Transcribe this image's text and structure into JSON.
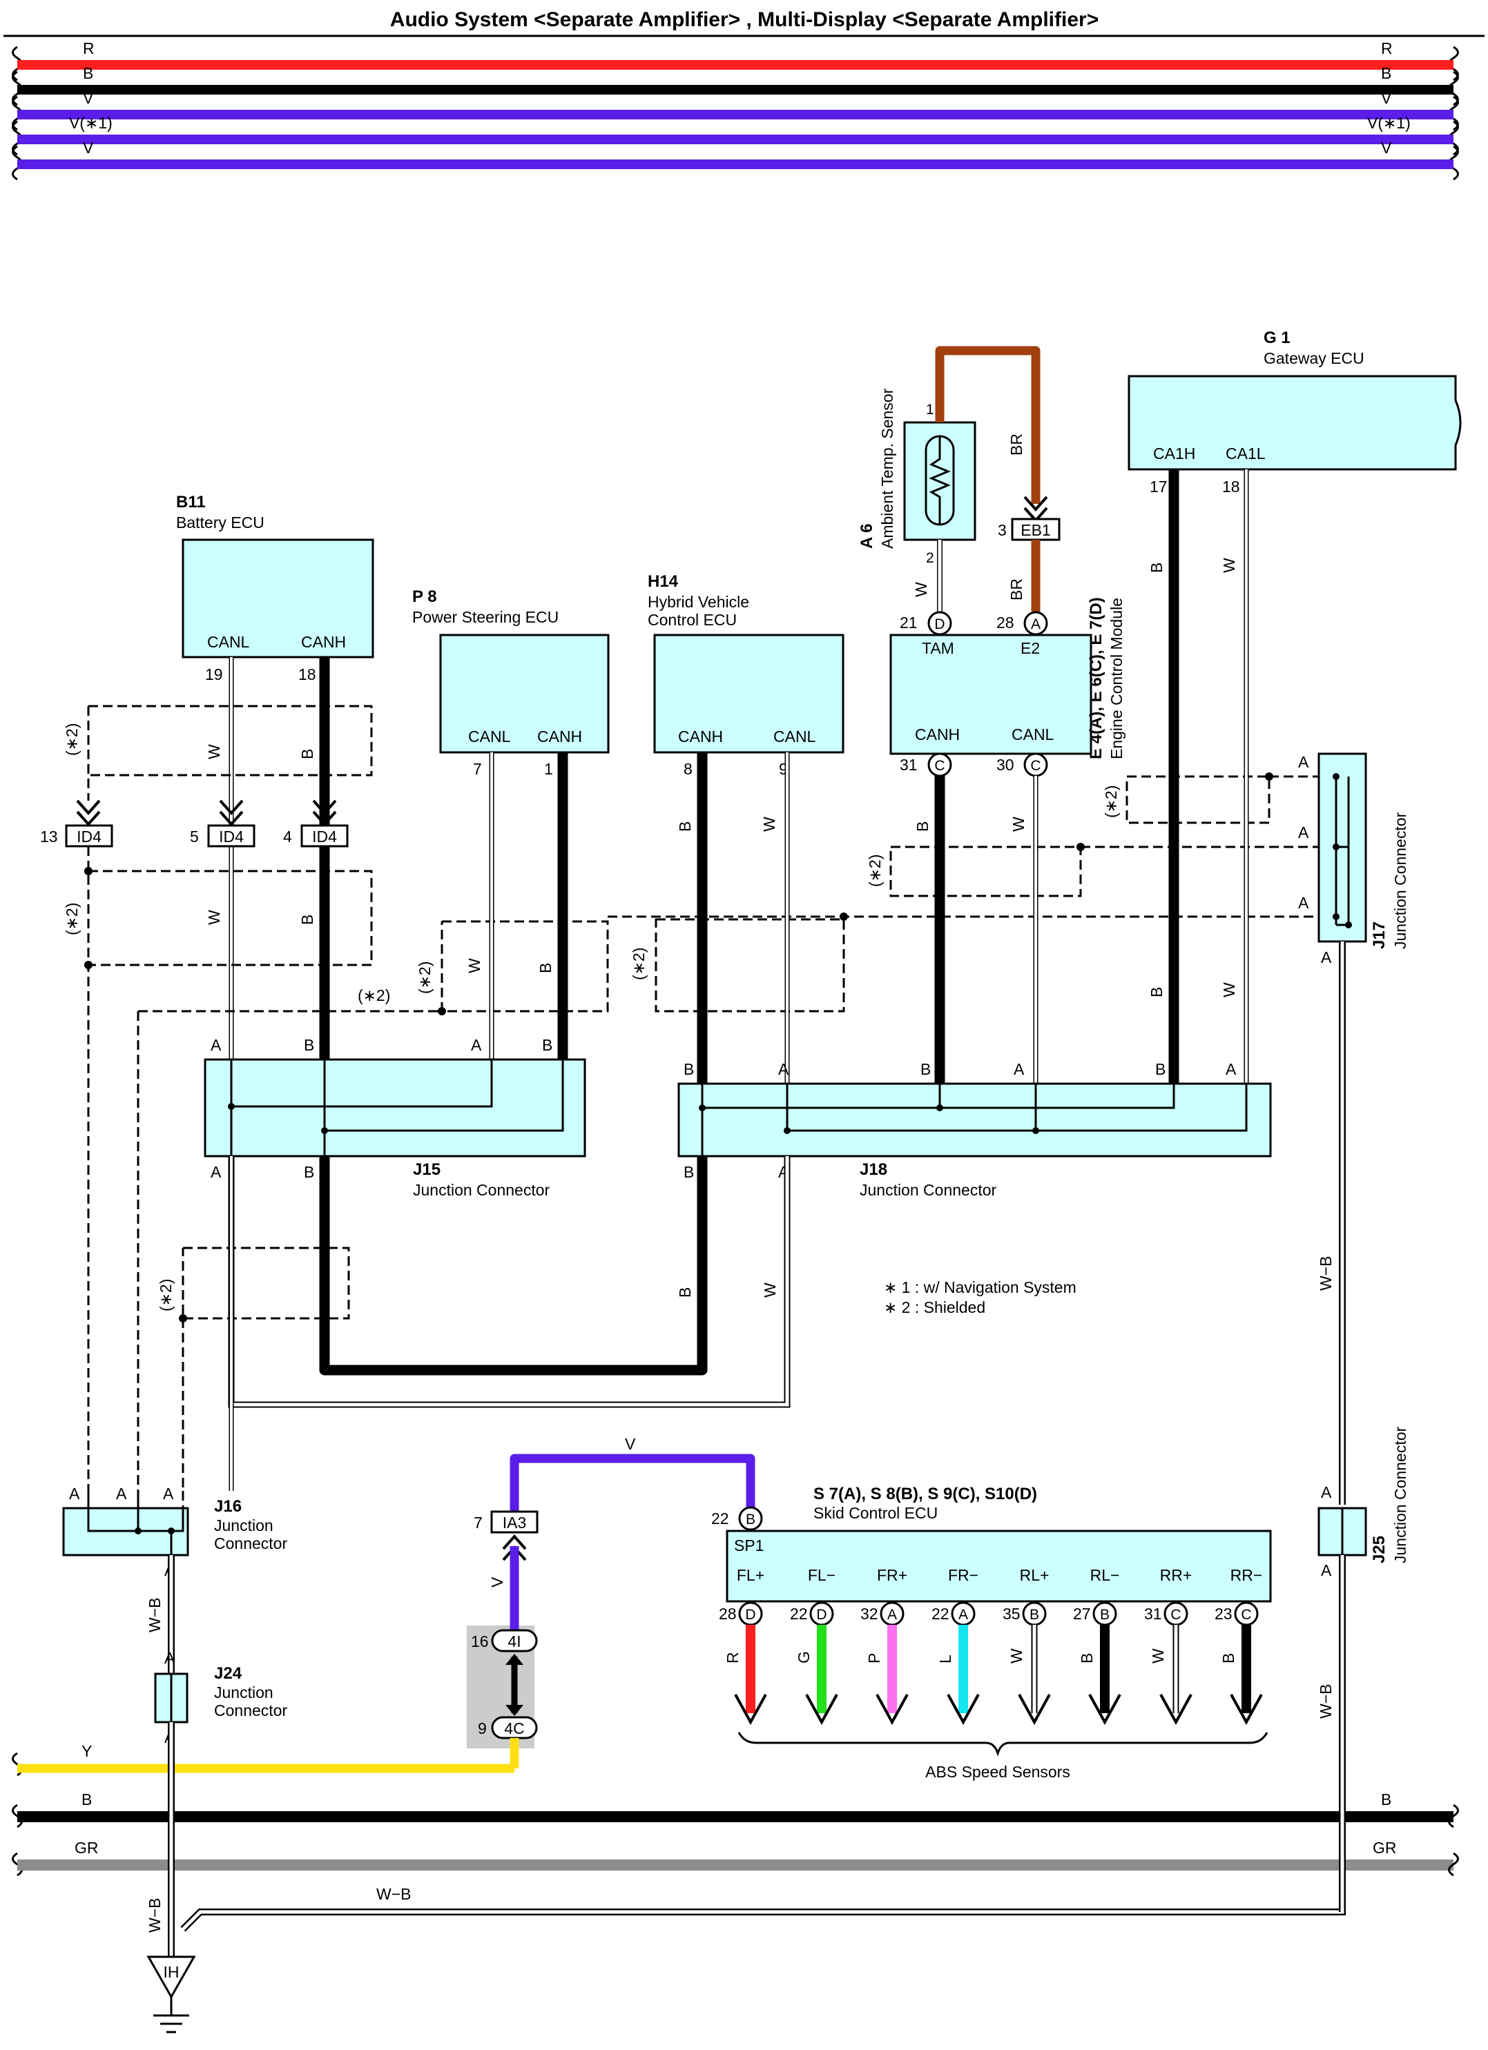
{
  "title": "Audio System <Separate Amplifier> , Multi-Display <Separate Amplifier>",
  "colors": {
    "R": "#ff1f1f",
    "B": "#000000",
    "V": "#5a1ee8",
    "BR": "#a0400f",
    "Y": "#ffe014",
    "GR": "#8c8c8c",
    "G": "#22e01b",
    "P": "#ff70ee",
    "L": "#14e6ef",
    "ecu_fill": "#ccffff",
    "shade": "#cccccc"
  },
  "top_buses": [
    {
      "left": "R",
      "right": "R",
      "color": "R"
    },
    {
      "left": "B",
      "right": "B",
      "color": "B"
    },
    {
      "left": "V",
      "right": "V",
      "color": "V"
    },
    {
      "left": "V(∗1)",
      "right": "V(∗1)",
      "color": "V"
    },
    {
      "left": "V",
      "right": "V",
      "color": "V"
    }
  ],
  "gateway": {
    "code": "G 1",
    "name": "Gateway ECU",
    "pin1": "CA1H",
    "pin2": "CA1L",
    "num1": "17",
    "num2": "18"
  },
  "battery": {
    "code": "B11",
    "name": "Battery ECU",
    "pin1": "CANL",
    "pin2": "CANH",
    "num1": "19",
    "num2": "18"
  },
  "psecu": {
    "code": "P 8",
    "name": "Power Steering ECU",
    "pin1": "CANL",
    "pin2": "CANH",
    "num1": "7",
    "num2": "1"
  },
  "hvecu": {
    "code": "H14",
    "name1": "Hybrid Vehicle",
    "name2": "Control ECU",
    "pin1": "CANH",
    "pin2": "CANL",
    "num1": "8",
    "num2": "9"
  },
  "ecm": {
    "code": "E 4(A), E 6(C), E 7(D)",
    "name": "Engine Control Module",
    "pin_tam": "TAM",
    "pin_e2": "E2",
    "pin_canh": "CANH",
    "pin_canl": "CANL",
    "num21": "21",
    "num28": "28",
    "num31": "31",
    "num30": "30",
    "letD": "D",
    "letA": "A",
    "letC": "C"
  },
  "sensor": {
    "code": "A 6",
    "name": "Ambient Temp. Sensor",
    "pin1": "1",
    "pin2": "2"
  },
  "eb1": {
    "label": "EB1",
    "pin": "3"
  },
  "id4": {
    "label": "ID4",
    "pins": [
      "13",
      "5",
      "4"
    ]
  },
  "j15": {
    "code": "J15",
    "name": "Junction Connector"
  },
  "j18": {
    "code": "J18",
    "name": "Junction Connector"
  },
  "j17": {
    "code": "J17",
    "name": "Junction Connector"
  },
  "j16": {
    "code": "J16",
    "name1": "Junction",
    "name2": "Connector"
  },
  "j24": {
    "code": "J24",
    "name1": "Junction",
    "name2": "Connector"
  },
  "j25": {
    "code": "J25",
    "name": "Junction Connector"
  },
  "skid": {
    "code": "S 7(A), S 8(B), S 9(C), S10(D)",
    "name": "Skid Control ECU",
    "sp1": "SP1",
    "in_pin": "22",
    "in_let": "B",
    "pins": [
      {
        "name": "FL+",
        "num": "28",
        "let": "D",
        "wire": "R",
        "color": "R"
      },
      {
        "name": "FL−",
        "num": "22",
        "let": "D",
        "wire": "G",
        "color": "G"
      },
      {
        "name": "FR+",
        "num": "32",
        "let": "A",
        "wire": "P",
        "color": "P"
      },
      {
        "name": "FR−",
        "num": "22",
        "let": "A",
        "wire": "L",
        "color": "L"
      },
      {
        "name": "RL+",
        "num": "35",
        "let": "B",
        "wire": "W",
        "color": "W"
      },
      {
        "name": "RL−",
        "num": "27",
        "let": "B",
        "wire": "B",
        "color": "B"
      },
      {
        "name": "RR+",
        "num": "31",
        "let": "C",
        "wire": "W",
        "color": "W"
      },
      {
        "name": "RR−",
        "num": "23",
        "let": "C",
        "wire": "B",
        "color": "B"
      }
    ],
    "abs": "ABS Speed Sensors"
  },
  "ia3": {
    "label": "IA3",
    "pin": "7"
  },
  "c4i": {
    "label": "4I",
    "pin": "16"
  },
  "c4c": {
    "label": "4C",
    "pin": "9"
  },
  "ground": {
    "label": "IH"
  },
  "notes": [
    "∗ 1 : w/ Navigation System",
    "∗ 2 : Shielded"
  ],
  "shield": "(∗2)",
  "w": "W",
  "b": "B",
  "br": "BR",
  "v": "V",
  "y": "Y",
  "wb": "W−B",
  "gr": "GR",
  "a": "A"
}
